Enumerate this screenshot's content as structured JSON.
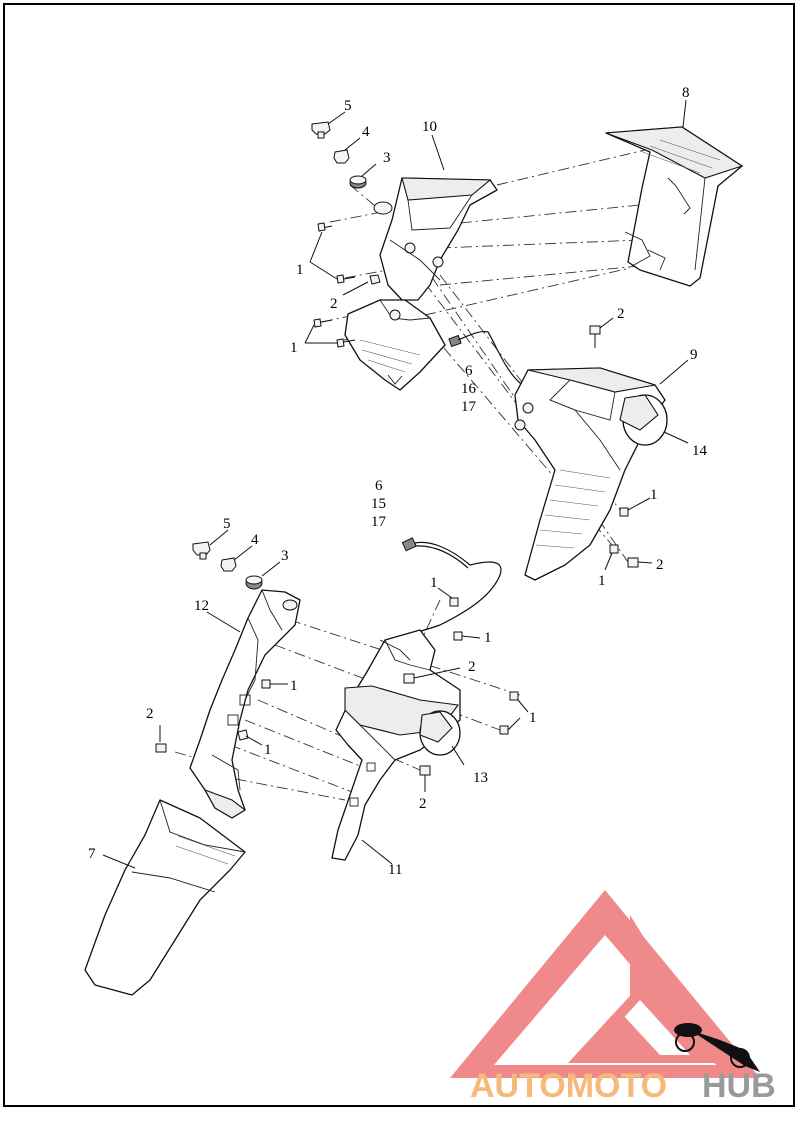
{
  "diagram": {
    "callouts": [
      {
        "id": "c5a",
        "text": "5"
      },
      {
        "id": "c4a",
        "text": "4"
      },
      {
        "id": "c3a",
        "text": "3"
      },
      {
        "id": "c10",
        "text": "10"
      },
      {
        "id": "c8",
        "text": "8"
      },
      {
        "id": "c1a",
        "text": "1"
      },
      {
        "id": "c2a",
        "text": "2"
      },
      {
        "id": "c1b",
        "text": "1"
      },
      {
        "id": "c2b",
        "text": "2"
      },
      {
        "id": "c9",
        "text": "9"
      },
      {
        "id": "c6a",
        "text": "6"
      },
      {
        "id": "c16",
        "text": "16"
      },
      {
        "id": "c17a",
        "text": "17"
      },
      {
        "id": "c14",
        "text": "14"
      },
      {
        "id": "c1c",
        "text": "1"
      },
      {
        "id": "c6b",
        "text": "6"
      },
      {
        "id": "c15",
        "text": "15"
      },
      {
        "id": "c17b",
        "text": "17"
      },
      {
        "id": "c1d",
        "text": "1"
      },
      {
        "id": "c2c",
        "text": "2"
      },
      {
        "id": "c5b",
        "text": "5"
      },
      {
        "id": "c4b",
        "text": "4"
      },
      {
        "id": "c3b",
        "text": "3"
      },
      {
        "id": "c12",
        "text": "12"
      },
      {
        "id": "c1e",
        "text": "1"
      },
      {
        "id": "c1f",
        "text": "1"
      },
      {
        "id": "c2d",
        "text": "2"
      },
      {
        "id": "c1g",
        "text": "1"
      },
      {
        "id": "c1h",
        "text": "1"
      },
      {
        "id": "c2e",
        "text": "2"
      },
      {
        "id": "c13",
        "text": "13"
      },
      {
        "id": "c2f",
        "text": "2"
      },
      {
        "id": "c7",
        "text": "7"
      },
      {
        "id": "c11",
        "text": "11"
      }
    ]
  },
  "watermark": {
    "part1": "AUTOMOTO",
    "part2": "HUB",
    "colors": {
      "triangle": "#f08a8a",
      "text_primary": "#f7b97a",
      "text_secondary": "#9a9a9a"
    }
  }
}
